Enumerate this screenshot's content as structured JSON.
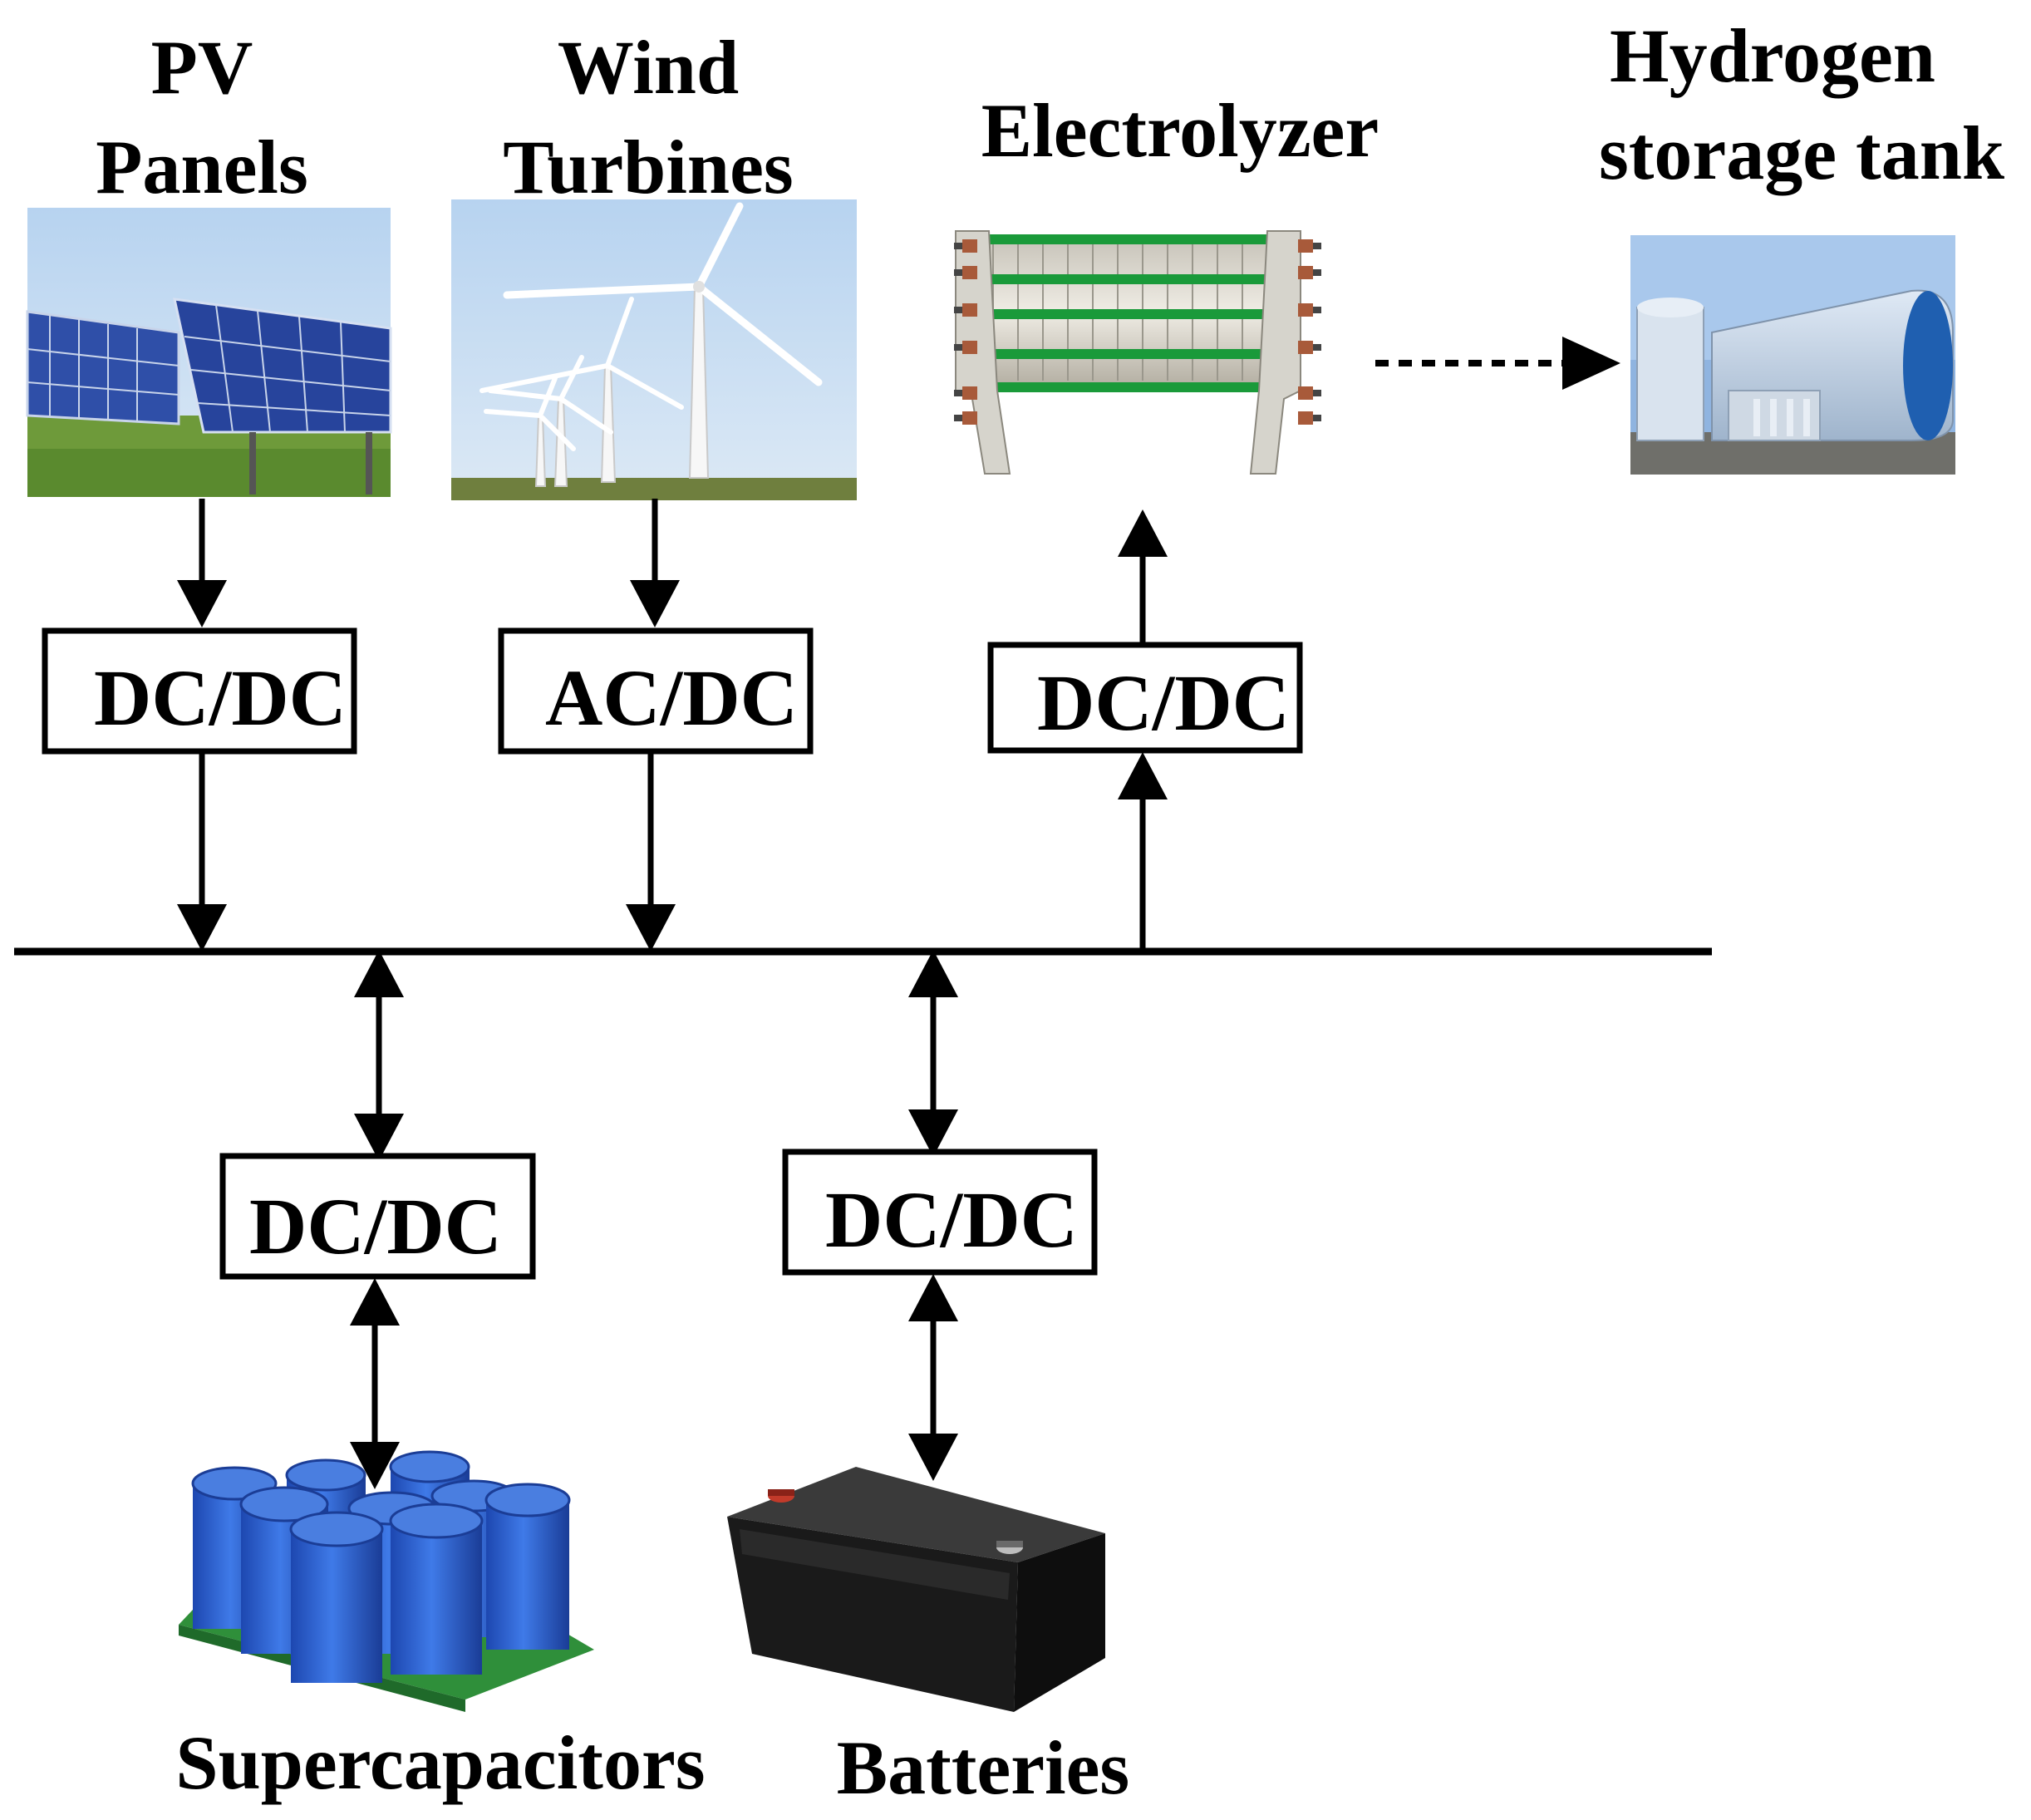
{
  "labels": {
    "pv_line1": "PV",
    "pv_line2": "Panels",
    "wind_line1": "Wind",
    "wind_line2": "Turbines",
    "electrolyzer": "Electrolyzer",
    "hydrogen_line1": "Hydrogen",
    "hydrogen_line2": "storage tank",
    "supercapacitors": "Supercapacitors",
    "batteries": "Batteries"
  },
  "converters": {
    "pv": "DC/DC",
    "wind": "AC/DC",
    "electrolyzer": "DC/DC",
    "supercapacitor": "DC/DC",
    "battery": "DC/DC"
  },
  "colors": {
    "line": "#000000",
    "pv_panel": "#2f4fa8",
    "grass": "#6e9a3a",
    "sky": "#9ec1e6",
    "electrolyzer_band": "#1a9a3a",
    "supercap": "#2a5fd0",
    "pcb": "#2f8f3a",
    "battery": "#1a1a1a"
  },
  "icons": [
    "solar-panel-image",
    "wind-turbine-image",
    "electrolyzer-image",
    "hydrogen-tank-image",
    "supercapacitor-image",
    "battery-image"
  ]
}
